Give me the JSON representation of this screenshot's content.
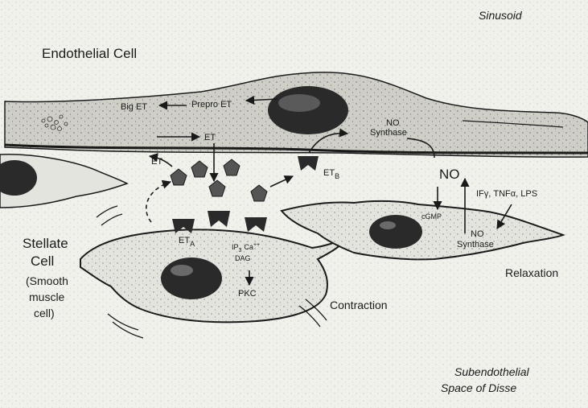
{
  "regions": {
    "sinusoid": "Sinusoid",
    "endothelial_cell": "Endothelial Cell",
    "subendothelial_line1": "Subendothelial",
    "subendothelial_line2": "Space of Disse"
  },
  "stellate_cell": {
    "line1": "Stellate",
    "line2": "Cell",
    "line3": "(Smooth",
    "line4": "muscle",
    "line5": "cell)"
  },
  "endothelial_labels": {
    "big_et": "Big ET",
    "prepro_et": "Prepro ET",
    "et": "ET",
    "no_synthase_line1": "NO",
    "no_synthase_line2": "Synthase"
  },
  "space_labels": {
    "et_left": "ET",
    "et_b_main": "ET",
    "et_b_sub": "B",
    "no": "NO",
    "cytokines": "IFγ, TNFα, LPS"
  },
  "stellate_labels": {
    "et_a_main": "ET",
    "et_a_sub": "A",
    "ip3_main": "IP",
    "ip3_sub": "3",
    "ca": "Ca",
    "ca_sup": "++",
    "dag": "DAG",
    "pkc": "PKC",
    "contraction": "Contraction"
  },
  "relaxation_labels": {
    "cgmp": "cGMP",
    "no_synthase_line1": "NO",
    "no_synthase_line2": "Synthase",
    "relaxation": "Relaxation"
  },
  "colors": {
    "background": "#f1f1ec",
    "cell_fill": "#e4e4de",
    "endothelial_fill": "#cfcfc8",
    "nucleus": "#2a2a2a",
    "ink": "#1a1a1a"
  }
}
